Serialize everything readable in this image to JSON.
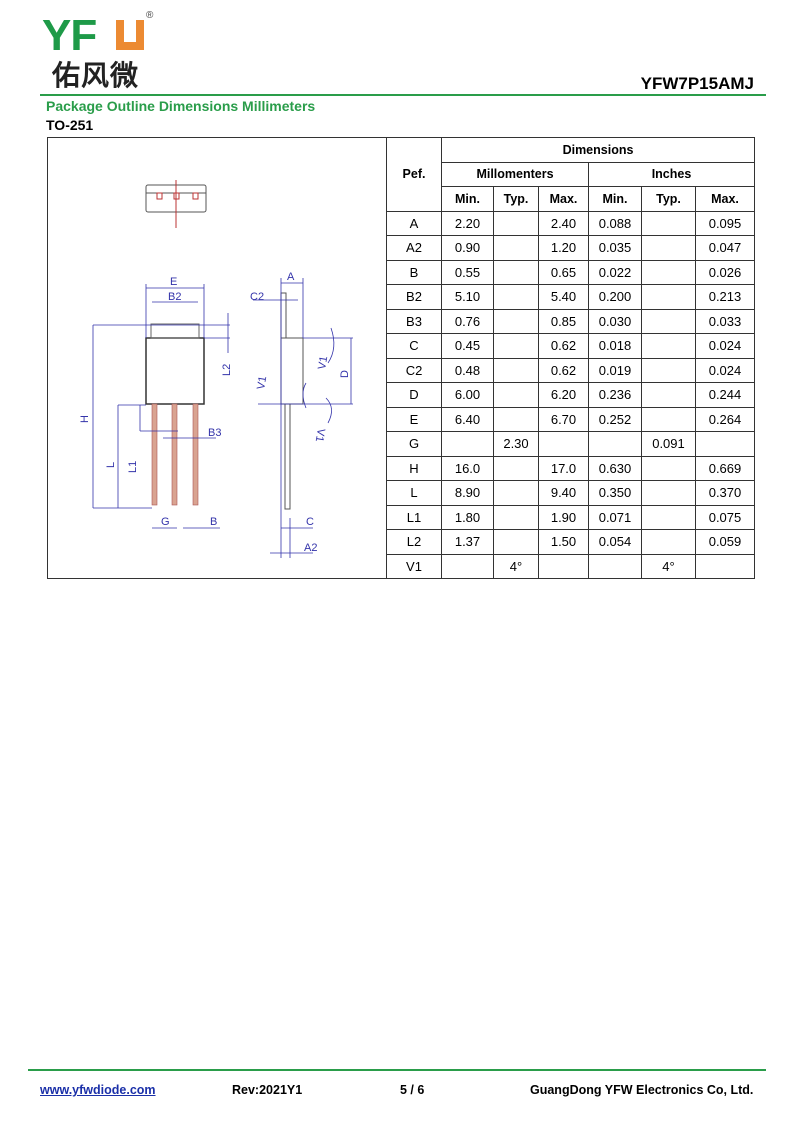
{
  "header": {
    "logo_text": "YFW",
    "logo_cn": "佑风微",
    "part_number": "YFW7P15AMJ",
    "subtitle": "Package Outline Dimensions Millimeters",
    "package": "TO-251"
  },
  "drawing_labels": {
    "E": "E",
    "B2": "B2",
    "H": "H",
    "L2": "L2",
    "L": "L",
    "L1": "L1",
    "B3": "B3",
    "G": "G",
    "B": "B",
    "A": "A",
    "C2": "C2",
    "V1": "V1",
    "D": "D",
    "C": "C",
    "A2": "A2"
  },
  "table": {
    "header": {
      "ref": "Pef.",
      "dimensions": "Dimensions",
      "mm": "Millomenters",
      "inches": "Inches",
      "min": "Min.",
      "typ": "Typ.",
      "max": "Max."
    },
    "rows": [
      [
        "A",
        "2.20",
        "",
        "2.40",
        "0.088",
        "",
        "0.095"
      ],
      [
        "A2",
        "0.90",
        "",
        "1.20",
        "0.035",
        "",
        "0.047"
      ],
      [
        "B",
        "0.55",
        "",
        "0.65",
        "0.022",
        "",
        "0.026"
      ],
      [
        "B2",
        "5.10",
        "",
        "5.40",
        "0.200",
        "",
        "0.213"
      ],
      [
        "B3",
        "0.76",
        "",
        "0.85",
        "0.030",
        "",
        "0.033"
      ],
      [
        "C",
        "0.45",
        "",
        "0.62",
        "0.018",
        "",
        "0.024"
      ],
      [
        "C2",
        "0.48",
        "",
        "0.62",
        "0.019",
        "",
        "0.024"
      ],
      [
        "D",
        "6.00",
        "",
        "6.20",
        "0.236",
        "",
        "0.244"
      ],
      [
        "E",
        "6.40",
        "",
        "6.70",
        "0.252",
        "",
        "0.264"
      ],
      [
        "G",
        "",
        "2.30",
        "",
        "",
        "0.091",
        ""
      ],
      [
        "H",
        "16.0",
        "",
        "17.0",
        "0.630",
        "",
        "0.669"
      ],
      [
        "L",
        "8.90",
        "",
        "9.40",
        "0.350",
        "",
        "0.370"
      ],
      [
        "L1",
        "1.80",
        "",
        "1.90",
        "0.071",
        "",
        "0.075"
      ],
      [
        "L2",
        "1.37",
        "",
        "1.50",
        "0.054",
        "",
        "0.059"
      ],
      [
        "V1",
        "",
        "4°",
        "",
        "",
        "4°",
        ""
      ]
    ]
  },
  "footer": {
    "website": "www.yfwdiode.com",
    "revision": "Rev:2021Y1",
    "page": "5 / 6",
    "company": "GuangDong YFW Electronics Co, Ltd."
  }
}
